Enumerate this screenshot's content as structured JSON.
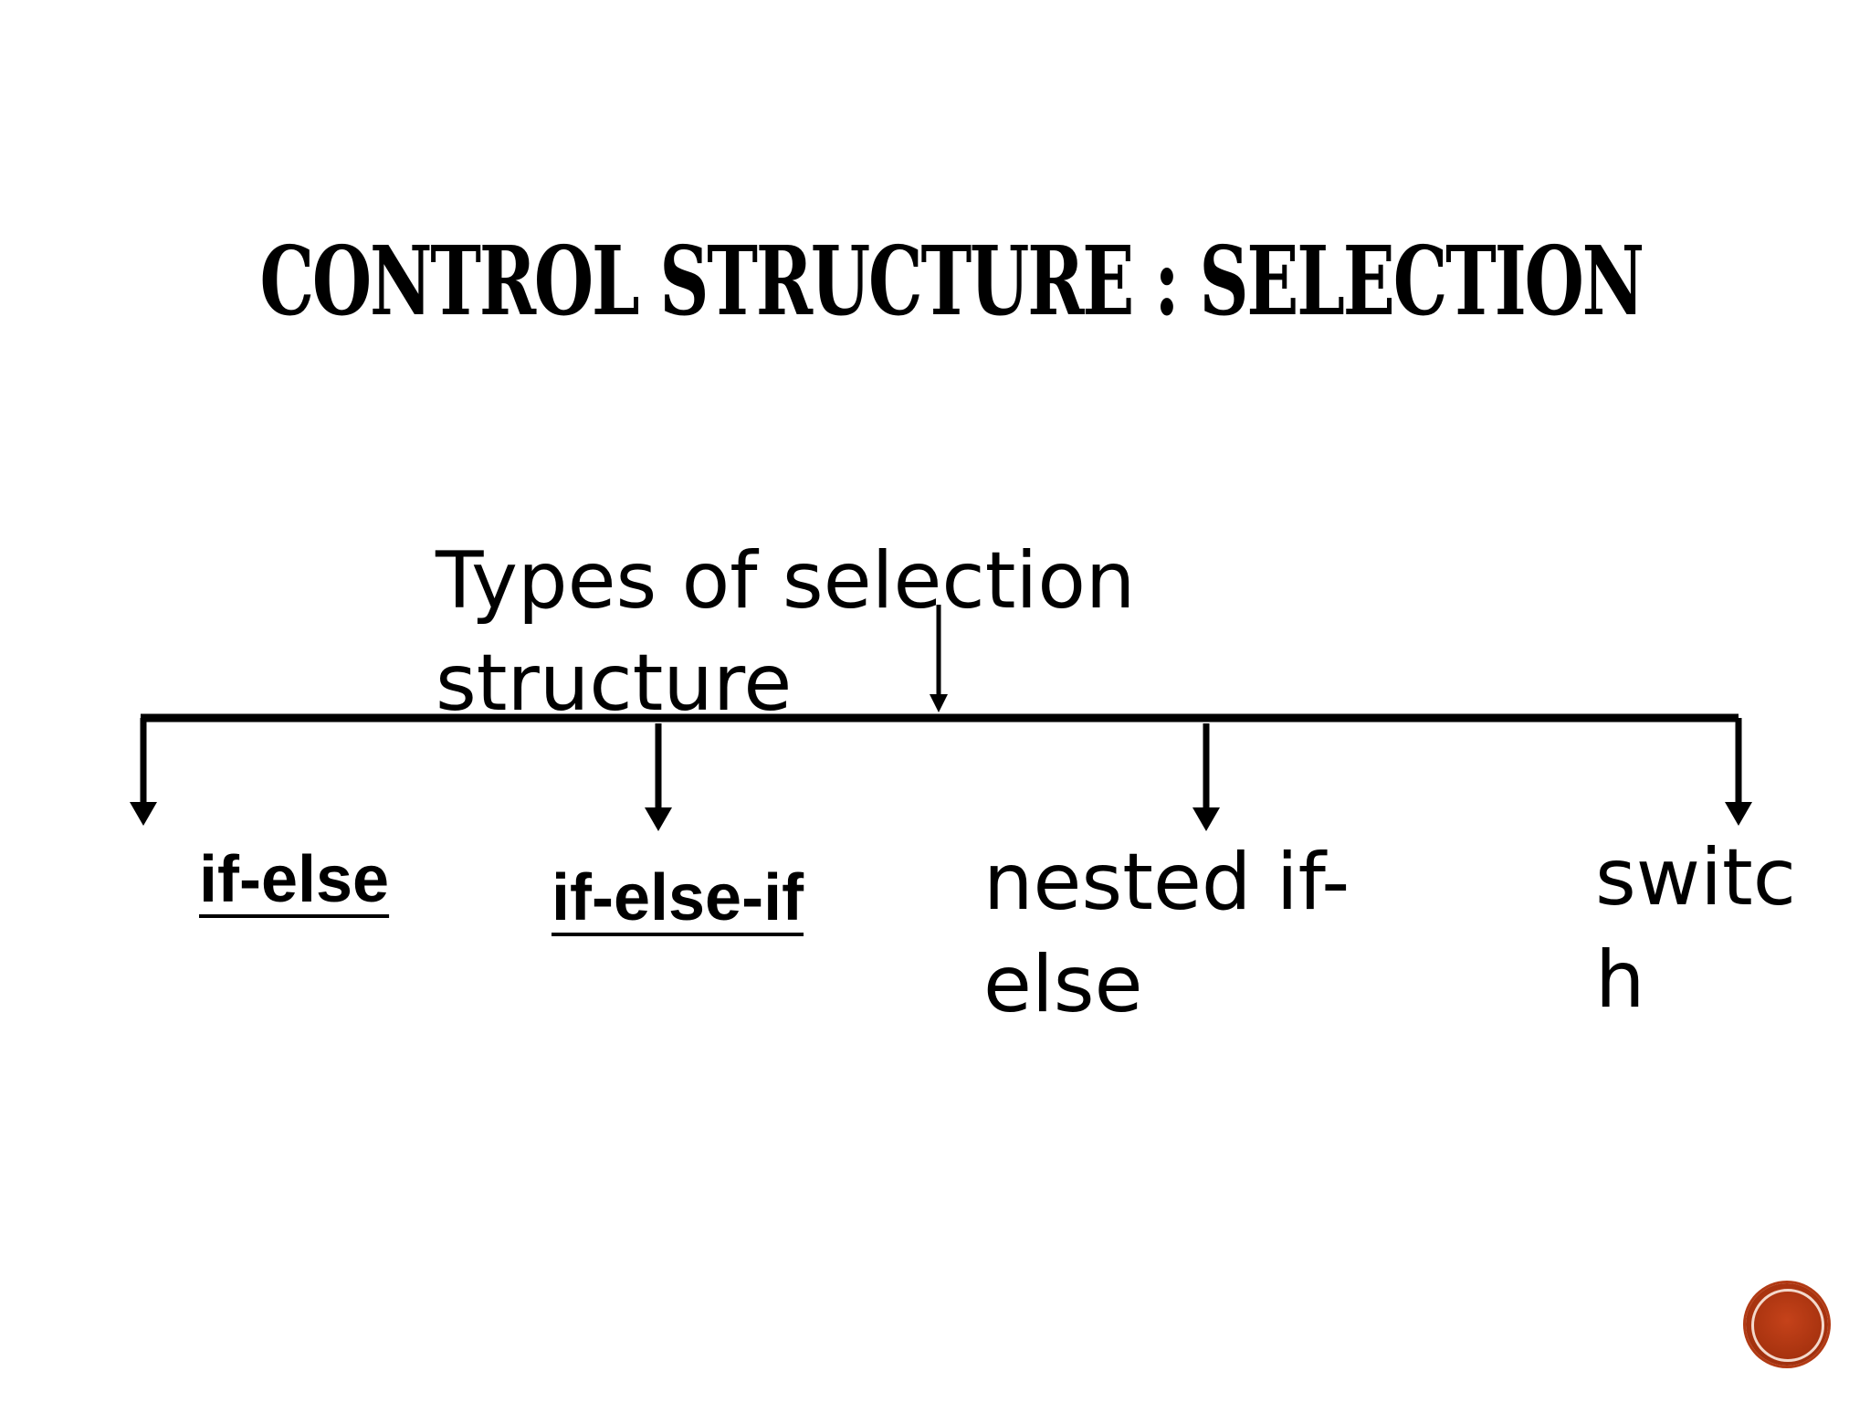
{
  "slide": {
    "title": "CONTROL STRUCTURE : SELECTION"
  },
  "diagram": {
    "root": "Types of selection structure",
    "branches": [
      {
        "label": "if-else",
        "style": "bold-underlined"
      },
      {
        "label": "if-else-if",
        "style": "bold-underlined"
      },
      {
        "label": "nested if-else",
        "style": "plain"
      },
      {
        "label": "switch",
        "style": "plain"
      }
    ]
  },
  "colors": {
    "text": "#000000",
    "background": "#ffffff",
    "badge": "#a8330f"
  },
  "icons": {
    "slide_badge": "slide-number-badge"
  }
}
